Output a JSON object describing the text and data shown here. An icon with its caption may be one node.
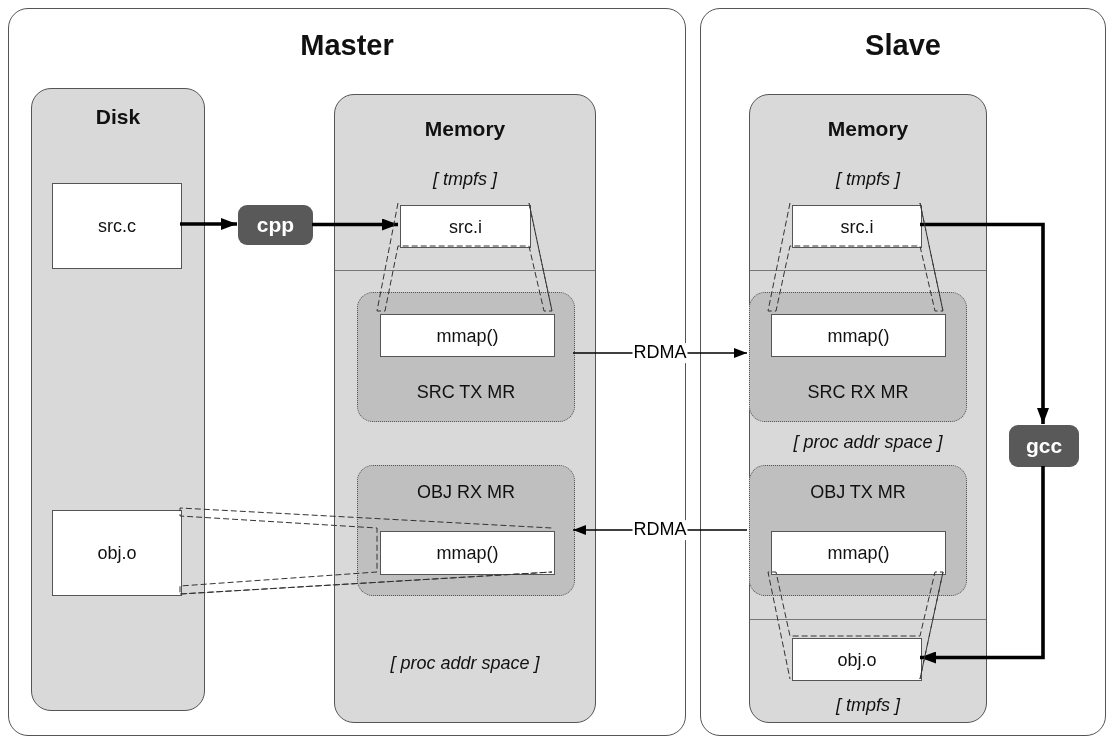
{
  "diagram": {
    "nodes": [
      {
        "text": [
          "Master"
        ]
      },
      {
        "text": [
          "Disk"
        ],
        "in": 0
      },
      {
        "text": [
          "Memory",
          "[ tmpfs ]",
          "[ proc addr space ]"
        ],
        "in": 0
      },
      {
        "text": [
          "src.c"
        ],
        "in": 1
      },
      {
        "text": [
          "cpp"
        ],
        "in": 0
      },
      {
        "text": [
          "src.i"
        ],
        "in": 2
      },
      {
        "text": [
          "SRC TX MR"
        ],
        "in": 2
      },
      {
        "text": [
          "mmap()"
        ],
        "in": 6
      },
      {
        "text": [
          "OBJ RX MR"
        ],
        "in": 2
      },
      {
        "text": [
          "mmap()"
        ],
        "in": 8
      },
      {
        "text": [
          "obj.o"
        ],
        "in": 1
      },
      {
        "text": [
          "Slave"
        ]
      },
      {
        "text": [
          "Memory",
          "[ tmpfs ]",
          "[ proc addr space ]",
          "[ tmpfs ]"
        ],
        "in": 11
      },
      {
        "text": [
          "src.i"
        ],
        "in": 12
      },
      {
        "text": [
          "SRC RX MR"
        ],
        "in": 12
      },
      {
        "text": [
          "mmap()"
        ],
        "in": 14
      },
      {
        "text": [
          "OBJ TX MR"
        ],
        "in": 12
      },
      {
        "text": [
          "mmap()"
        ],
        "in": 16
      },
      {
        "text": [
          "obj.o"
        ],
        "in": 12
      },
      {
        "text": [
          "gcc"
        ],
        "in": 11
      }
    ],
    "edges": [
      {
        "from": 3,
        "to": 4,
        "arrow": "to",
        "style": "thick"
      },
      {
        "from": 4,
        "to": 5,
        "arrow": "to",
        "style": "thick"
      },
      {
        "from": 6,
        "to": 14,
        "arrow": "to",
        "label": "RDMA"
      },
      {
        "from": 16,
        "to": 8,
        "arrow": "to",
        "label": "RDMA"
      },
      {
        "from": 13,
        "to": 19,
        "arrow": "to",
        "style": "thick"
      },
      {
        "from": 19,
        "to": 18,
        "arrow": "to",
        "style": "thick"
      },
      {
        "from": 5,
        "to": 7,
        "arrow": "none",
        "style": "dashed"
      },
      {
        "from": 10,
        "to": 9,
        "arrow": "none",
        "style": "dashed"
      },
      {
        "from": 13,
        "to": 15,
        "arrow": "none",
        "style": "dashed"
      },
      {
        "from": 17,
        "to": 18,
        "arrow": "none",
        "style": "dashed"
      }
    ]
  }
}
